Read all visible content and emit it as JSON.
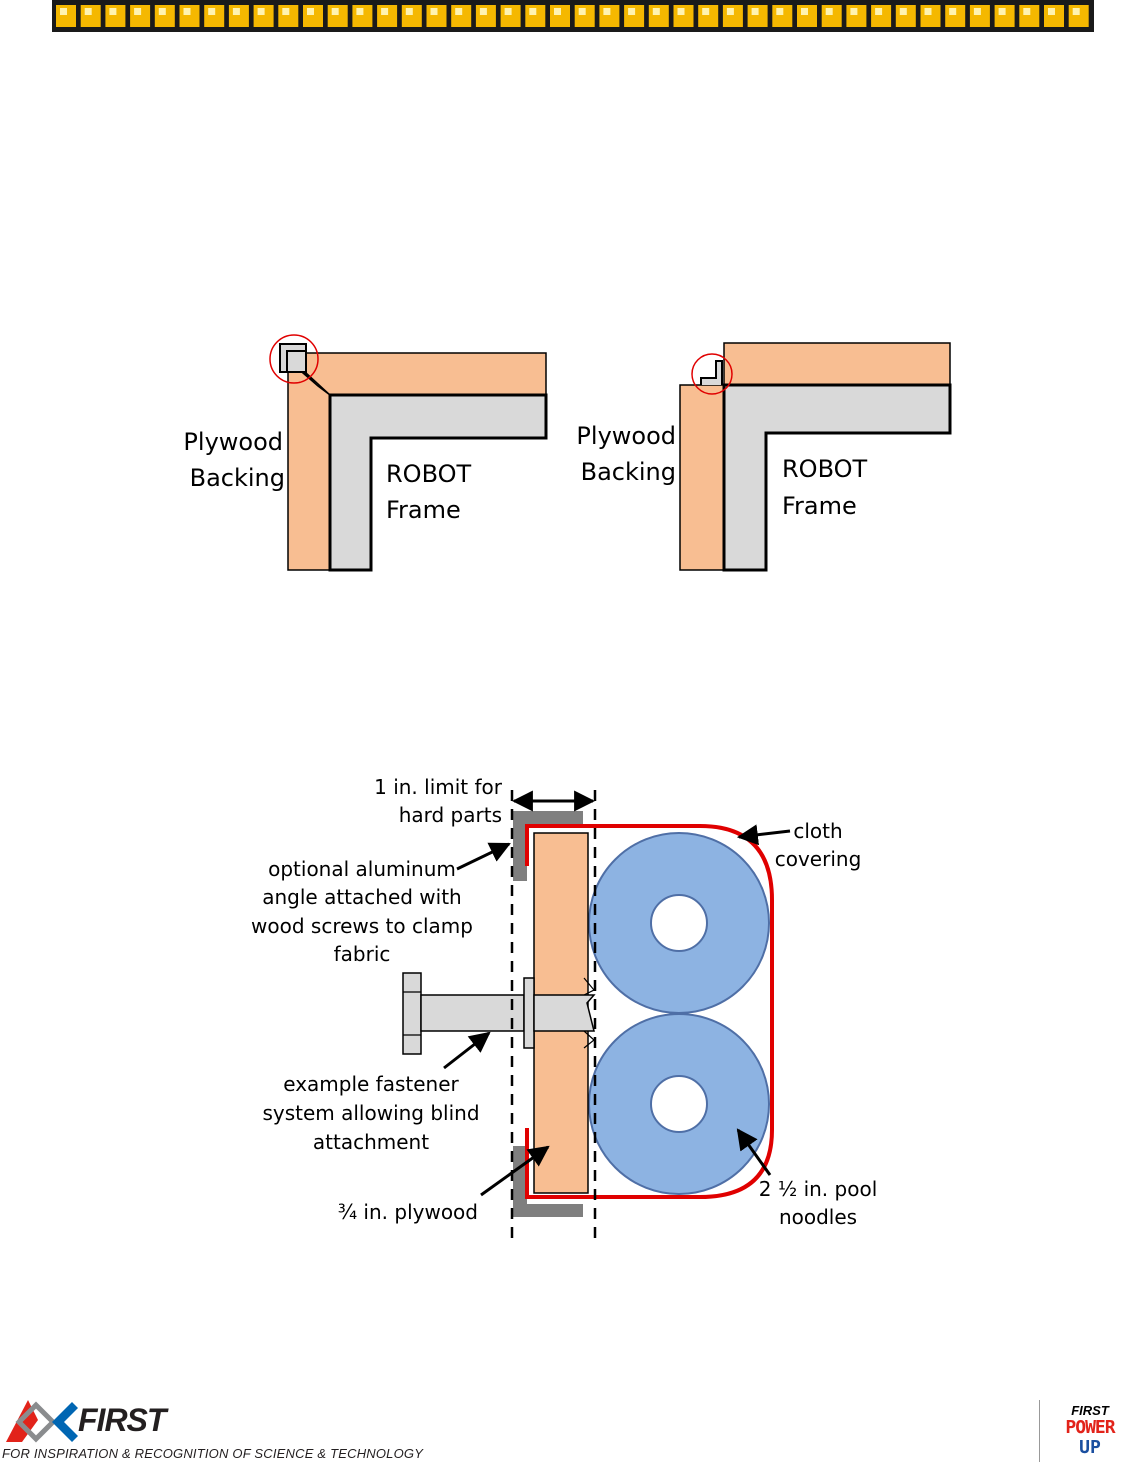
{
  "figure1": {
    "left": {
      "label_line1": "Plywood",
      "label_line2": "Backing",
      "frame_line1": "ROBOT",
      "frame_line2": "Frame"
    },
    "right": {
      "label_line1": "Plywood",
      "label_line2": "Backing",
      "frame_line1": "ROBOT",
      "frame_line2": "Frame"
    }
  },
  "figure2": {
    "limit_line1": "1 in. limit for",
    "limit_line2": "hard parts",
    "angle_line1": "optional aluminum",
    "angle_line2": "angle attached with",
    "angle_line3": "wood screws to clamp",
    "angle_line4": "fabric",
    "cloth_line1": "cloth",
    "cloth_line2": "covering",
    "fastener_line1": "example fastener",
    "fastener_line2": "system allowing blind",
    "fastener_line3": "attachment",
    "plywood": "¾ in. plywood",
    "noodle_line1": "2 ½ in. pool",
    "noodle_line2": "noodles"
  },
  "footer": {
    "first_logo": "FIRST",
    "tagline": "FOR INSPIRATION & RECOGNITION OF SCIENCE & TECHNOLOGY",
    "game_logo_line1": "FIRST",
    "game_logo_line2": "POWER",
    "game_logo_line3": "UP"
  },
  "colors": {
    "plywood": "#f8be92",
    "frame": "#d9d9d9",
    "noodle": "#8db3e2",
    "cloth": "#e00000",
    "aluminum": "#7f7f7f",
    "header_block": "#f5b800"
  }
}
